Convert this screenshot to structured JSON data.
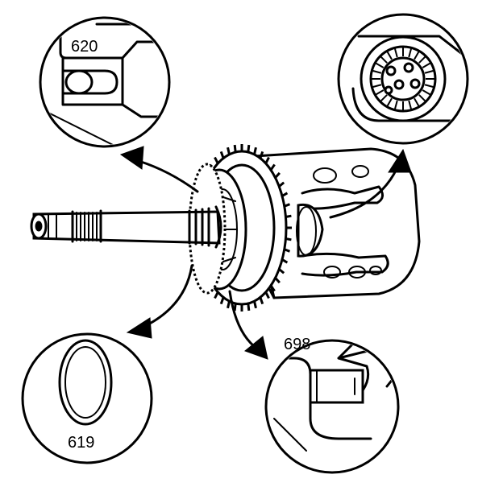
{
  "callouts": [
    {
      "id": "top-left",
      "label": "620",
      "icon": "part-detail-620"
    },
    {
      "id": "top-right",
      "label": "",
      "icon": "splined-hub-detail"
    },
    {
      "id": "bottom-left",
      "label": "619",
      "icon": "seal-ring-detail"
    },
    {
      "id": "bottom-right",
      "label": "698",
      "icon": "part-detail-698"
    }
  ],
  "assembly": {
    "icon": "transmission-shaft-drum-assembly"
  }
}
